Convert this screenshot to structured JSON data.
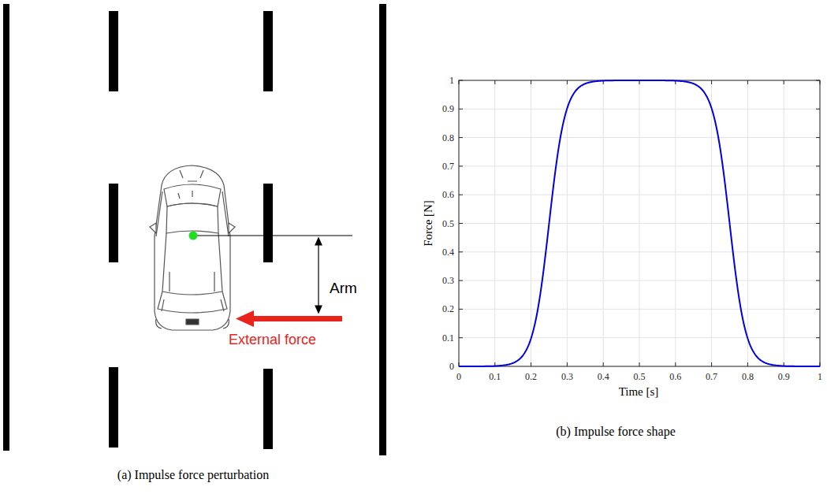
{
  "diagram": {
    "labels": [
      "Arm",
      "External force",
      "0",
      "0.1",
      "0.2",
      "0.3",
      "0.4",
      "0.5",
      "0.6",
      "0.7",
      "0.8",
      "0.9",
      "1",
      "0",
      "0.1",
      "0.2",
      "0.3",
      "0.4",
      "0.5",
      "0.6",
      "0.7",
      "0.8",
      "0.9",
      "1",
      "Force [N]",
      "Time [s]",
      "(a) Impulse force perturbation",
      "(b) Impulse force shape"
    ]
  }
}
